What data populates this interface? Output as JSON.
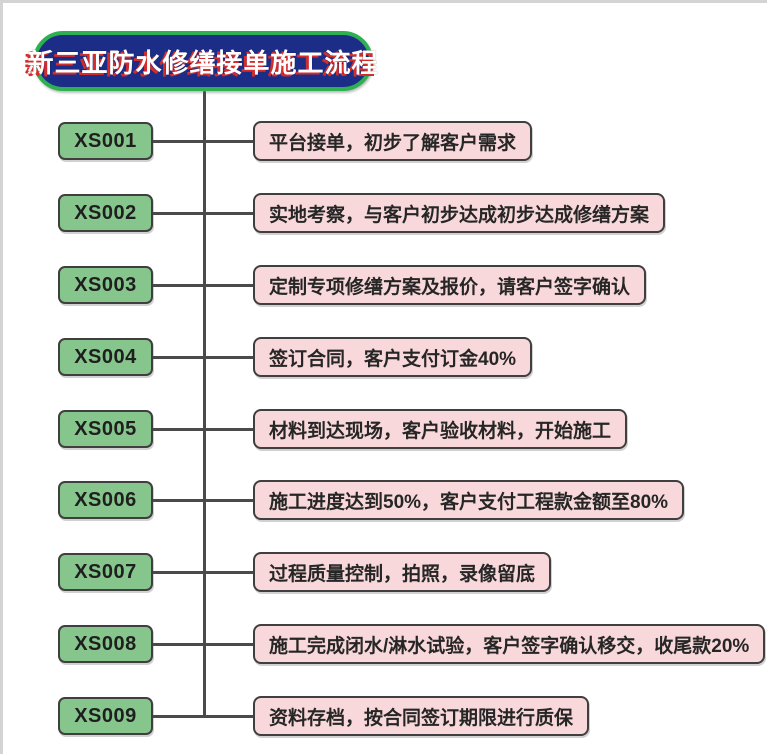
{
  "title": "新三亚防水修缮接单施工流程",
  "colors": {
    "title-bg": "#1c2d88",
    "title-border": "#2daf52",
    "title-text-shadow": "#d22c2c",
    "node-green": "#86c58c",
    "node-pink": "#f8d8da",
    "node-border": "#3f3f3f",
    "line": "#4a4a4a"
  },
  "steps": [
    {
      "code": "XS001",
      "label": "平台接单，初步了解客户需求"
    },
    {
      "code": "XS002",
      "label": "实地考察，与客户初步达成初步达成修缮方案"
    },
    {
      "code": "XS003",
      "label": "定制专项修缮方案及报价，请客户签字确认"
    },
    {
      "code": "XS004",
      "label": "签订合同，客户支付订金40%"
    },
    {
      "code": "XS005",
      "label": "材料到达现场，客户验收材料，开始施工"
    },
    {
      "code": "XS006",
      "label": "施工进度达到50%，客户支付工程款金额至80%"
    },
    {
      "code": "XS007",
      "label": "过程质量控制，拍照，录像留底"
    },
    {
      "code": "XS008",
      "label": "施工完成闭水/淋水试验，客户签字确认移交，收尾款20%"
    },
    {
      "code": "XS009",
      "label": "资料存档，按合同签订期限进行质保"
    }
  ]
}
